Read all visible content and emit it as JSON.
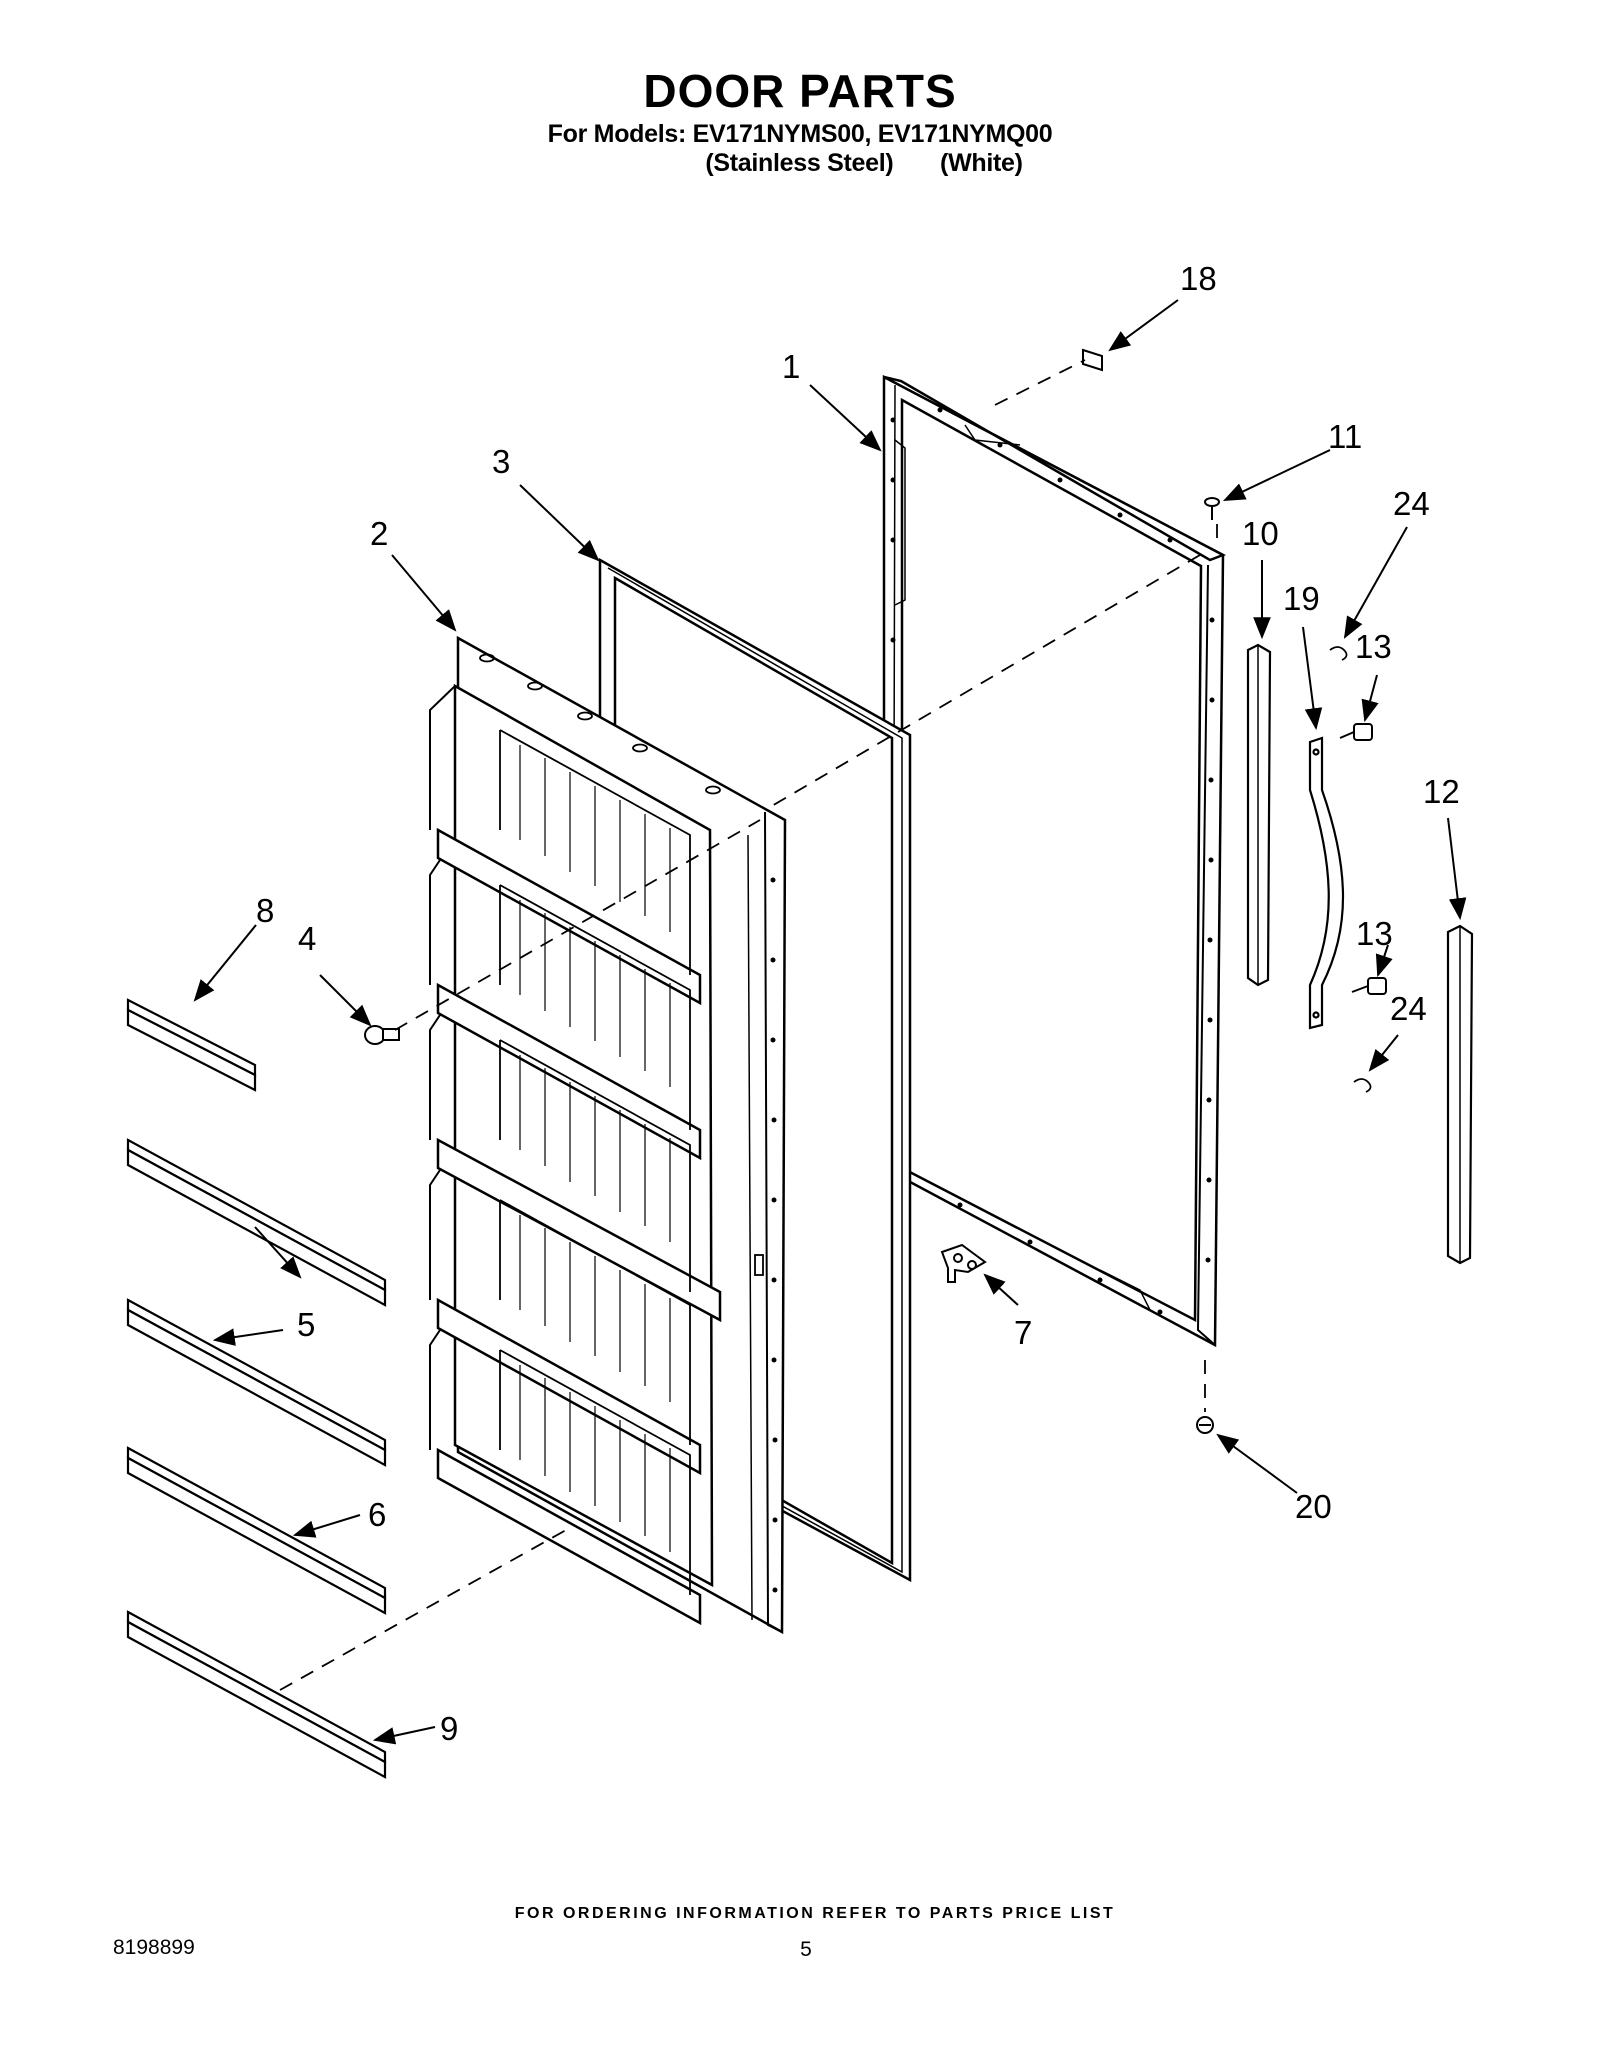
{
  "header": {
    "title": "DOOR PARTS",
    "models_line": "For Models: EV171NYMS00, EV171NYMQ00",
    "variant_1": "(Stainless Steel)",
    "variant_2": "(White)"
  },
  "callouts": [
    "1",
    "2",
    "3",
    "4",
    "5",
    "6",
    "7",
    "8",
    "9",
    "10",
    "11",
    "12",
    "13",
    "13",
    "18",
    "19",
    "20",
    "24",
    "24"
  ],
  "footer": {
    "ordering_note": "FOR ORDERING INFORMATION REFER TO PARTS PRICE LIST",
    "doc_number": "8198899",
    "page_number": "5"
  }
}
